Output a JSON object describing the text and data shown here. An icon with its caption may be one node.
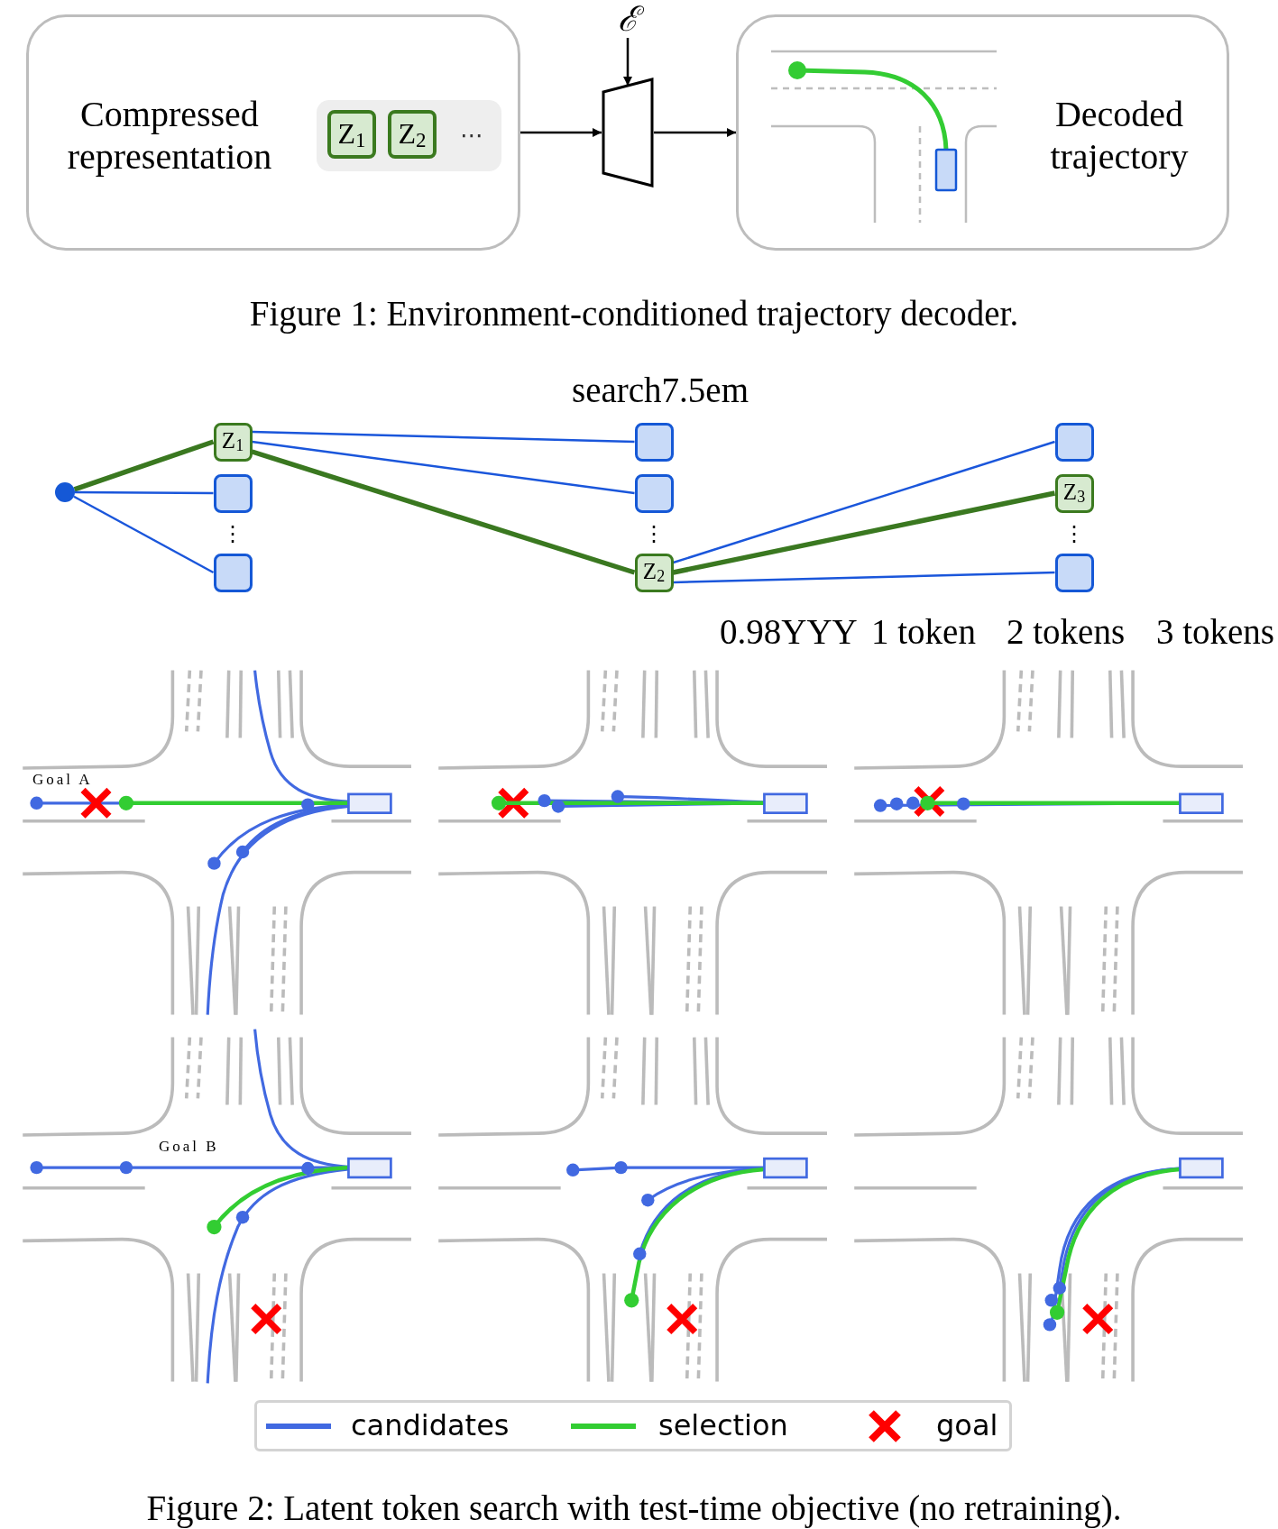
{
  "diagram": {
    "nodes": [
      {
        "text": [
          "Compressed representation"
        ]
      },
      {
        "text": [
          "⋯"
        ],
        "in": 0
      },
      {
        "text": [
          "Z$_{1}$"
        ],
        "in": 1
      },
      {
        "text": [
          "Z$_{2}$"
        ],
        "in": 1
      },
      {
        "text": [
          "ℰ"
        ]
      },
      {
        "text": [],
        "shape": "trapezoid"
      },
      {
        "text": [
          "Decoded trajectory"
        ]
      },
      {
        "text": [],
        "shape": "circle"
      },
      {
        "text": [
          "Z$_{1}$"
        ]
      },
      {
        "text": [],
        "shape": "box"
      },
      {
        "text": [],
        "shape": "box"
      },
      {
        "text": [],
        "shape": "box"
      },
      {
        "text": [],
        "shape": "box"
      },
      {
        "text": [
          "Z$_{2}$"
        ]
      },
      {
        "text": [],
        "shape": "box"
      },
      {
        "text": [
          "Z$_{3}$"
        ]
      },
      {
        "text": [],
        "shape": "box"
      }
    ],
    "edges": [
      {
        "from": 0,
        "to": 5,
        "arrow": "to",
        "color": "#000000"
      },
      {
        "from": 4,
        "to": 5,
        "arrow": "to",
        "color": "#000000"
      },
      {
        "from": 5,
        "to": 6,
        "arrow": "to",
        "color": "#000000"
      },
      {
        "from": 7,
        "to": 8,
        "arrow": "none",
        "style": "thick",
        "color": "#3a7820"
      },
      {
        "from": 7,
        "to": 9,
        "arrow": "none",
        "color": "#1a56db"
      },
      {
        "from": 7,
        "to": 10,
        "arrow": "none",
        "color": "#1a56db"
      },
      {
        "from": 8,
        "to": 11,
        "arrow": "none",
        "color": "#1a56db"
      },
      {
        "from": 8,
        "to": 12,
        "arrow": "none",
        "color": "#1a56db"
      },
      {
        "from": 8,
        "to": 13,
        "arrow": "none",
        "style": "thick",
        "color": "#3a7820"
      },
      {
        "from": 13,
        "to": 14,
        "arrow": "none",
        "color": "#1a56db"
      },
      {
        "from": 13,
        "to": 15,
        "arrow": "none",
        "style": "thick",
        "color": "#3a7820"
      },
      {
        "from": 13,
        "to": 16,
        "arrow": "none",
        "color": "#1a56db"
      }
    ],
    "labels": [
      "Figure 1: Environment-conditioned trajectory decoder.",
      "search7.5em",
      "⋮",
      "⋮",
      "⋮",
      "0.98YYY",
      "1 token",
      "2 tokens",
      "3 tokens",
      "Goal A",
      "Goal B",
      "Figure 2: Latent token search with test-time objective (no retraining)."
    ],
    "legend": [
      {
        "text": "candidates"
      },
      {
        "text": "selection"
      },
      {
        "text": "goal"
      }
    ]
  }
}
